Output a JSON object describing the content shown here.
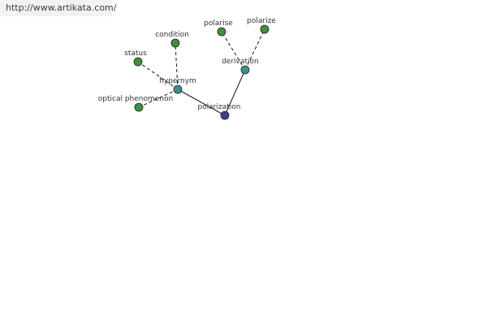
{
  "watermark": {
    "text": "http://www.artikata.com/"
  },
  "diagram": {
    "nodes": [
      {
        "id": "polarization",
        "label": "polarization",
        "color": "#3b3f8c"
      },
      {
        "id": "hypernym",
        "label": "hypernym",
        "color": "#3a8f8f"
      },
      {
        "id": "derivation",
        "label": "derivation",
        "color": "#3a8f8f"
      },
      {
        "id": "status",
        "label": "status",
        "color": "#3f8f3f"
      },
      {
        "id": "condition",
        "label": "condition",
        "color": "#3f8f3f"
      },
      {
        "id": "optical-phenomenon",
        "label": "optical phenomenon",
        "color": "#3f8f3f"
      },
      {
        "id": "polarise",
        "label": "polarise",
        "color": "#3f8f3f"
      },
      {
        "id": "polarize",
        "label": "polarize",
        "color": "#3f8f3f"
      }
    ],
    "edges": [
      {
        "from": "polarization",
        "to": "hypernym",
        "style": "solid"
      },
      {
        "from": "polarization",
        "to": "derivation",
        "style": "solid"
      },
      {
        "from": "hypernym",
        "to": "status",
        "style": "dashed"
      },
      {
        "from": "hypernym",
        "to": "condition",
        "style": "dashed"
      },
      {
        "from": "hypernym",
        "to": "optical-phenomenon",
        "style": "dashed"
      },
      {
        "from": "derivation",
        "to": "polarise",
        "style": "dashed"
      },
      {
        "from": "derivation",
        "to": "polarize",
        "style": "dashed"
      }
    ]
  }
}
